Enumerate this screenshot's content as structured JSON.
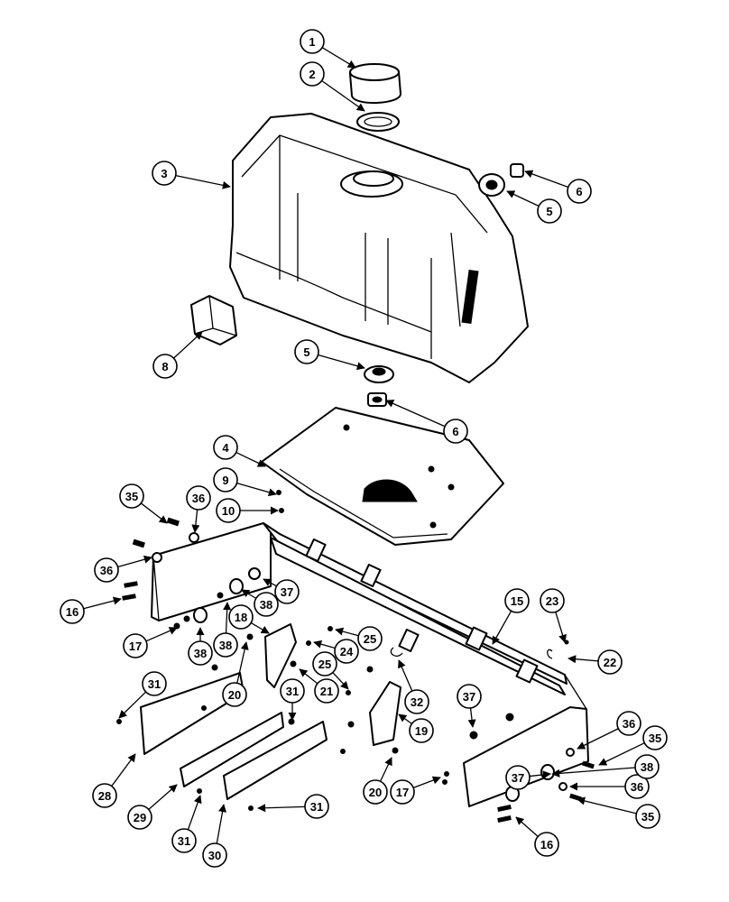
{
  "callouts": [
    {
      "label": "1"
    },
    {
      "label": "2"
    },
    {
      "label": "3"
    },
    {
      "label": "4"
    },
    {
      "label": "5"
    },
    {
      "label": "5"
    },
    {
      "label": "6"
    },
    {
      "label": "6"
    },
    {
      "label": "8"
    },
    {
      "label": "9"
    },
    {
      "label": "10"
    },
    {
      "label": "15"
    },
    {
      "label": "16"
    },
    {
      "label": "16"
    },
    {
      "label": "17"
    },
    {
      "label": "17"
    },
    {
      "label": "18"
    },
    {
      "label": "19"
    },
    {
      "label": "20"
    },
    {
      "label": "20"
    },
    {
      "label": "21"
    },
    {
      "label": "22"
    },
    {
      "label": "23"
    },
    {
      "label": "24"
    },
    {
      "label": "25"
    },
    {
      "label": "25"
    },
    {
      "label": "28"
    },
    {
      "label": "29"
    },
    {
      "label": "30"
    },
    {
      "label": "31"
    },
    {
      "label": "31"
    },
    {
      "label": "31"
    },
    {
      "label": "31"
    },
    {
      "label": "32"
    },
    {
      "label": "35"
    },
    {
      "label": "35"
    },
    {
      "label": "35"
    },
    {
      "label": "36"
    },
    {
      "label": "36"
    },
    {
      "label": "36"
    },
    {
      "label": "36"
    },
    {
      "label": "37"
    },
    {
      "label": "37"
    },
    {
      "label": "37"
    },
    {
      "label": "38"
    },
    {
      "label": "38"
    },
    {
      "label": "38"
    },
    {
      "label": "38"
    }
  ]
}
